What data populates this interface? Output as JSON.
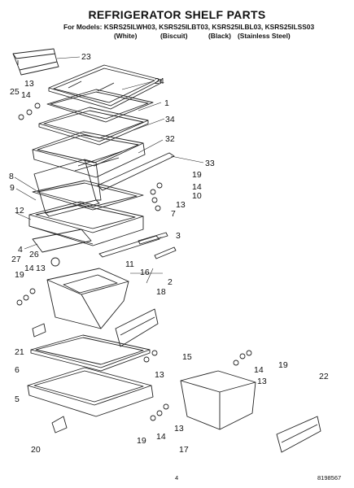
{
  "header": {
    "title": "REFRIGERATOR SHELF PARTS",
    "models_line": "For Models: KSRS25ILWH03, KSRS25ILBT03, KSRS25ILBL03, KSRS25ILSS03",
    "colors": [
      "(White)",
      "(Biscuit)",
      "(Black)",
      "(Stainless Steel)"
    ]
  },
  "callouts": [
    "23",
    "24",
    "13",
    "25",
    "14",
    "1",
    "34",
    "32",
    "33",
    "8",
    "19",
    "14",
    "9",
    "10",
    "13",
    "7",
    "12",
    "3",
    "4",
    "27",
    "26",
    "11",
    "16",
    "2",
    "13",
    "19",
    "14",
    "18",
    "21",
    "15",
    "6",
    "13",
    "19",
    "14",
    "22",
    "13",
    "5",
    "19",
    "14",
    "13",
    "17",
    "20"
  ],
  "footer": {
    "page": "4",
    "doc_id": "8198567"
  }
}
